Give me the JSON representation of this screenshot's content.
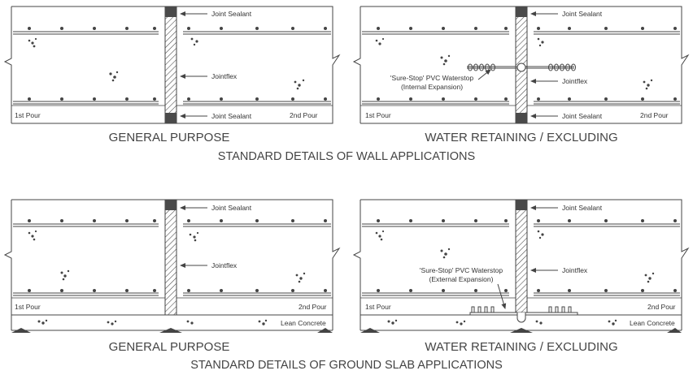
{
  "wall": {
    "general": {
      "top_sealant": "Joint Sealant",
      "filler": "Jointflex",
      "bottom_sealant": "Joint Sealant",
      "left_pour": "1st Pour",
      "right_pour": "2nd Pour",
      "caption": "GENERAL PURPOSE"
    },
    "retaining": {
      "top_sealant": "Joint Sealant",
      "waterstop_line1": "'Sure-Stop' PVC Waterstop",
      "waterstop_line2": "(Internal Expansion)",
      "filler": "Jointflex",
      "bottom_sealant": "Joint Sealant",
      "left_pour": "1st Pour",
      "right_pour": "2nd Pour",
      "caption": "WATER RETAINING / EXCLUDING"
    },
    "title": "STANDARD DETAILS OF WALL APPLICATIONS"
  },
  "slab": {
    "general": {
      "top_sealant": "Joint Sealant",
      "filler": "Jointflex",
      "left_pour": "1st Pour",
      "right_pour": "2nd Pour",
      "lean": "Lean Concrete",
      "caption": "GENERAL PURPOSE"
    },
    "retaining": {
      "top_sealant": "Joint Sealant",
      "filler": "Jointflex",
      "waterstop_line1": "'Sure-Stop' PVC Waterstop",
      "waterstop_line2": "(External Expansion)",
      "left_pour": "1st Pour",
      "right_pour": "2nd Pour",
      "lean": "Lean Concrete",
      "caption": "WATER RETAINING / EXCLUDING"
    },
    "title": "STANDARD DETAILS OF GROUND SLAB APPLICATIONS"
  },
  "colors": {
    "line": "#444444",
    "sealant": "#4a4a4a",
    "text": "#333333"
  }
}
